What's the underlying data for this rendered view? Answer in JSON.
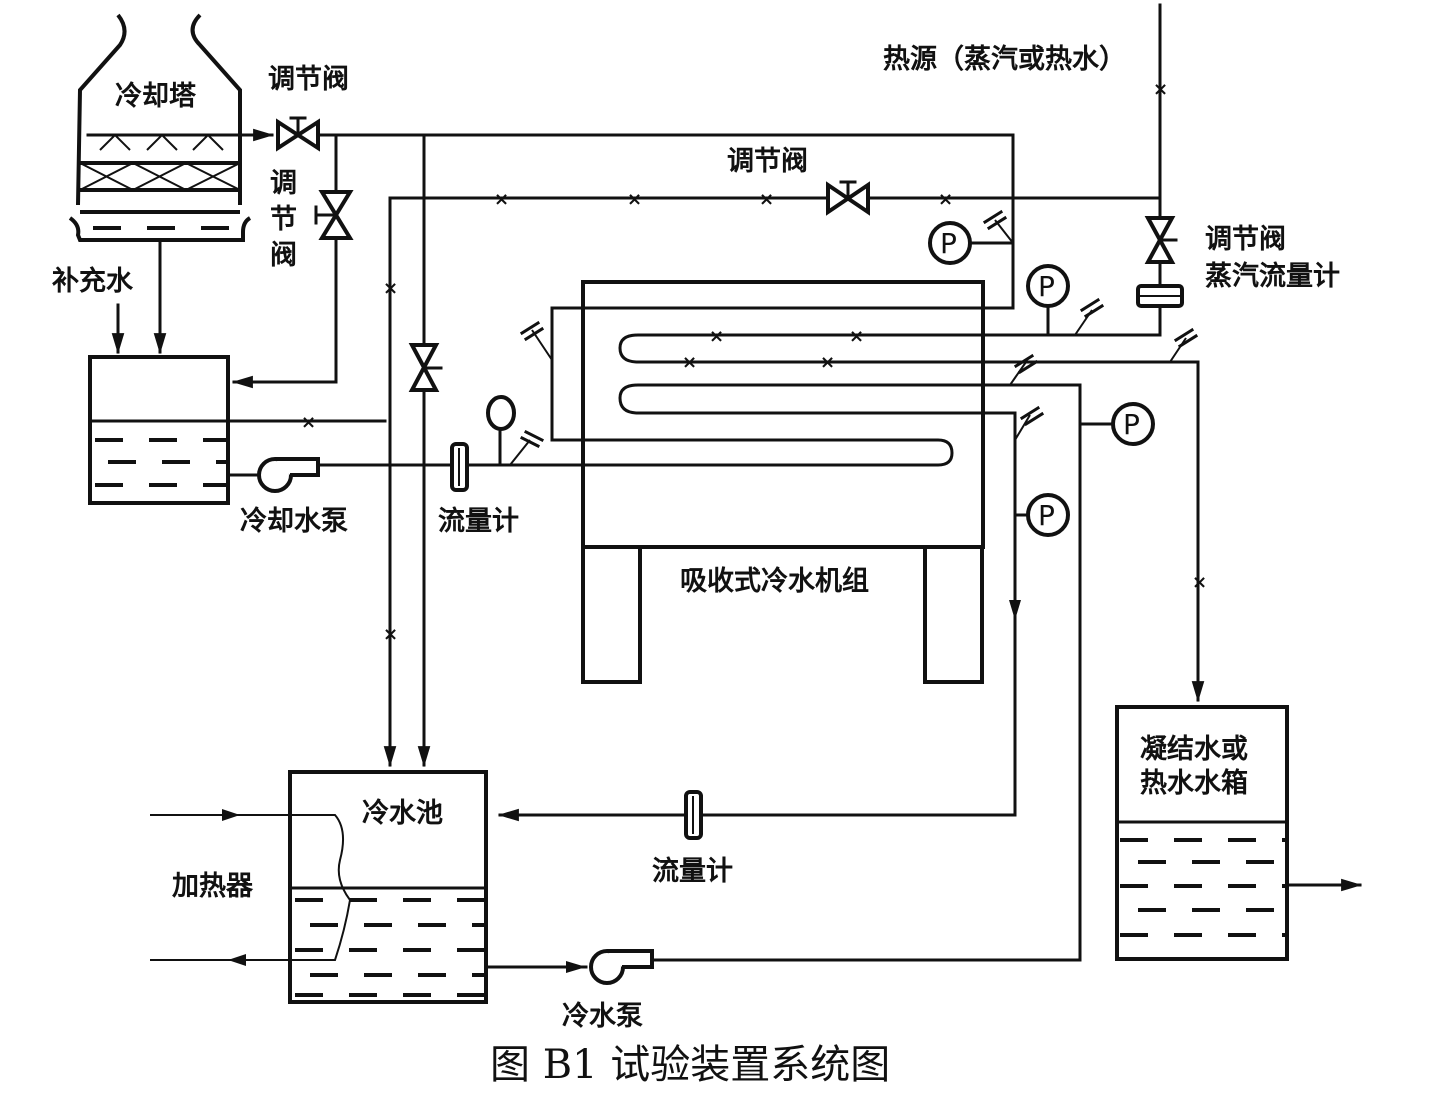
{
  "title": "图 B1  试验装置系统图",
  "labels": {
    "cooling_tower": "冷却塔",
    "valve_top": "调节阀",
    "valve_vertical": [
      "调",
      "节",
      "阀"
    ],
    "makeup_water": "补充水",
    "cooling_pump": "冷却水泵",
    "flowmeter_cooling": "流量计",
    "valve_steam_line": "调节阀",
    "heat_source": "热源（蒸汽或热水）",
    "valve_heat": "调节阀",
    "steam_flowmeter": "蒸汽流量计",
    "chiller": "吸收式冷水机组",
    "cold_pool": "冷水池",
    "heater": "加热器",
    "flowmeter_chilled": "流量计",
    "chilled_pump": "冷水泵",
    "condensate_tank": [
      "凝结水或",
      "热水水箱"
    ]
  },
  "symbols": {
    "pressure_gauge": "P",
    "temp_point": "×"
  }
}
